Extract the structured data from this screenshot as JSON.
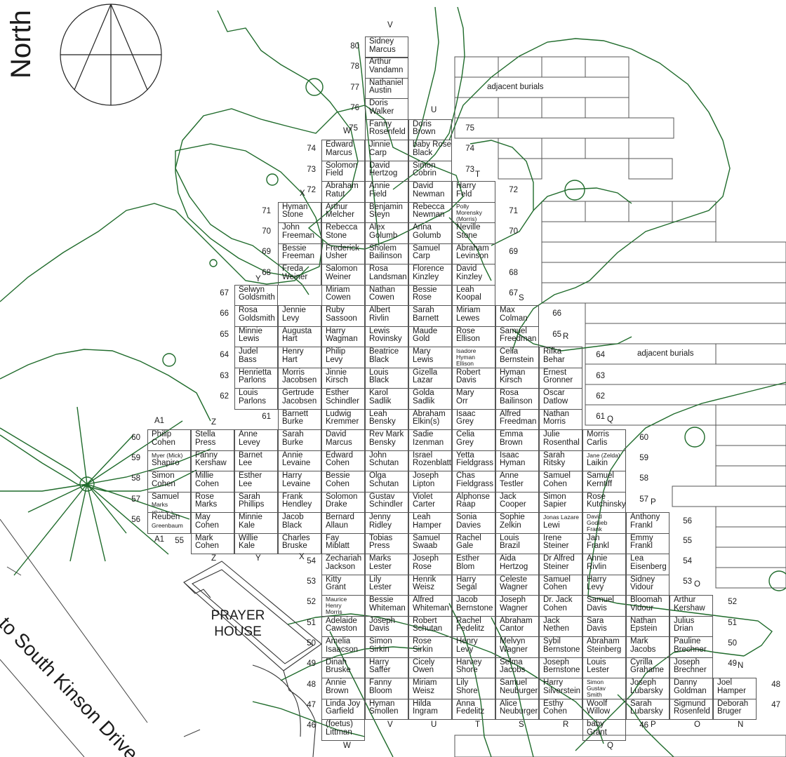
{
  "labels": {
    "north": "North",
    "prayer_house": "PRAYER\nHOUSE",
    "road": "to South Kinson Drive",
    "adjacent_1": "adjacent burials",
    "adjacent_2": "adjacent burials"
  },
  "colors": {
    "grid": "#555555",
    "tree_canopy": "#1f6b2b",
    "text": "#1a1a1a",
    "background": "#ffffff"
  },
  "section_letters": [
    {
      "id": "V-top",
      "text": "V"
    },
    {
      "id": "U-mid",
      "text": "U"
    },
    {
      "id": "W-mid",
      "text": "W"
    },
    {
      "id": "T-mid",
      "text": "T"
    },
    {
      "id": "X-mid",
      "text": "X"
    },
    {
      "id": "Y-mid",
      "text": "Y"
    },
    {
      "id": "S-mid",
      "text": "S"
    },
    {
      "id": "R-mid",
      "text": "R"
    },
    {
      "id": "Q-mid",
      "text": "Q"
    },
    {
      "id": "A1-top",
      "text": "A1"
    },
    {
      "id": "Z-top",
      "text": "Z"
    },
    {
      "id": "P-mid",
      "text": "P"
    },
    {
      "id": "A1-bot",
      "text": "A1"
    },
    {
      "id": "Z-bot",
      "text": "Z"
    },
    {
      "id": "Y-bot",
      "text": "Y"
    },
    {
      "id": "X-bot",
      "text": "X"
    },
    {
      "id": "O-mid",
      "text": "O"
    },
    {
      "id": "N-mid",
      "text": "N"
    },
    {
      "id": "V-bot",
      "text": "V"
    },
    {
      "id": "U-bot",
      "text": "U"
    },
    {
      "id": "T-bot",
      "text": "T"
    },
    {
      "id": "S-bot",
      "text": "S"
    },
    {
      "id": "R-bot",
      "text": "R"
    },
    {
      "id": "P-bot",
      "text": "P"
    },
    {
      "id": "O-bot",
      "text": "O"
    },
    {
      "id": "N-bot",
      "text": "N"
    },
    {
      "id": "W-bot",
      "text": "W"
    },
    {
      "id": "Q-bot",
      "text": "Q"
    }
  ],
  "row_labels": [
    {
      "id": "r80",
      "text": "80"
    },
    {
      "id": "r78",
      "text": "78"
    },
    {
      "id": "r77",
      "text": "77"
    },
    {
      "id": "r76",
      "text": "76"
    },
    {
      "id": "r75a",
      "text": "75"
    },
    {
      "id": "r75b",
      "text": "75"
    },
    {
      "id": "r74a",
      "text": "74"
    },
    {
      "id": "r74b",
      "text": "74"
    },
    {
      "id": "r73a",
      "text": "73"
    },
    {
      "id": "r73b",
      "text": "73"
    },
    {
      "id": "r72a",
      "text": "72"
    },
    {
      "id": "r72b",
      "text": "72"
    },
    {
      "id": "r71a",
      "text": "71"
    },
    {
      "id": "r71b",
      "text": "71"
    },
    {
      "id": "r70a",
      "text": "70"
    },
    {
      "id": "r70b",
      "text": "70"
    },
    {
      "id": "r69a",
      "text": "69"
    },
    {
      "id": "r69b",
      "text": "69"
    },
    {
      "id": "r68a",
      "text": "68"
    },
    {
      "id": "r68b",
      "text": "68"
    },
    {
      "id": "r67a",
      "text": "67"
    },
    {
      "id": "r67b",
      "text": "67"
    },
    {
      "id": "r66a",
      "text": "66"
    },
    {
      "id": "r66b",
      "text": "66"
    },
    {
      "id": "r65a",
      "text": "65"
    },
    {
      "id": "r65b",
      "text": "65"
    },
    {
      "id": "r64a",
      "text": "64"
    },
    {
      "id": "r64b",
      "text": "64"
    },
    {
      "id": "r63a",
      "text": "63"
    },
    {
      "id": "r63b",
      "text": "63"
    },
    {
      "id": "r62a",
      "text": "62"
    },
    {
      "id": "r62b",
      "text": "62"
    },
    {
      "id": "r61a",
      "text": "61"
    },
    {
      "id": "r61b",
      "text": "61"
    },
    {
      "id": "r60a",
      "text": "60"
    },
    {
      "id": "r60b",
      "text": "60"
    },
    {
      "id": "r59a",
      "text": "59"
    },
    {
      "id": "r59b",
      "text": "59"
    },
    {
      "id": "r58a",
      "text": "58"
    },
    {
      "id": "r58b",
      "text": "58"
    },
    {
      "id": "r57a",
      "text": "57"
    },
    {
      "id": "r57b",
      "text": "57"
    },
    {
      "id": "r56a",
      "text": "56"
    },
    {
      "id": "r56b",
      "text": "56"
    },
    {
      "id": "r55a",
      "text": "55"
    },
    {
      "id": "r55b",
      "text": "55"
    },
    {
      "id": "r54a",
      "text": "54"
    },
    {
      "id": "r54b",
      "text": "54"
    },
    {
      "id": "r53a",
      "text": "53"
    },
    {
      "id": "r53b",
      "text": "53"
    },
    {
      "id": "r52a",
      "text": "52"
    },
    {
      "id": "r52b",
      "text": "52"
    },
    {
      "id": "r51a",
      "text": "51"
    },
    {
      "id": "r51b",
      "text": "51"
    },
    {
      "id": "r50a",
      "text": "50"
    },
    {
      "id": "r50b",
      "text": "50"
    },
    {
      "id": "r49a",
      "text": "49"
    },
    {
      "id": "r49b",
      "text": "49"
    },
    {
      "id": "r48a",
      "text": "48"
    },
    {
      "id": "r48b",
      "text": "48"
    },
    {
      "id": "r47a",
      "text": "47"
    },
    {
      "id": "r47b",
      "text": "47"
    },
    {
      "id": "r46a",
      "text": "46"
    },
    {
      "id": "r46b",
      "text": "46"
    }
  ],
  "plots": [
    {
      "id": "V80",
      "text": "Sidney\nMarcus"
    },
    {
      "id": "V78",
      "text": "Arthur\nVandamn"
    },
    {
      "id": "V77",
      "text": "Nathaniel\nAustin"
    },
    {
      "id": "V76",
      "text": "Doris\nWalker"
    },
    {
      "id": "V75",
      "text": "Fanny\nRosenfeld"
    },
    {
      "id": "U75",
      "text": "Doris\nBrown"
    },
    {
      "id": "W74",
      "text": "Edward\nMarcus"
    },
    {
      "id": "V74",
      "text": "Jinnie\nCarp"
    },
    {
      "id": "U74",
      "text": "baby Rose\nBlack"
    },
    {
      "id": "W73",
      "text": "Solomon\nField"
    },
    {
      "id": "V73",
      "text": "David\nHertzog"
    },
    {
      "id": "U73",
      "text": "Simon\nCobrin"
    },
    {
      "id": "W72",
      "text": "Abraham\nRatut"
    },
    {
      "id": "V72",
      "text": "Annie\nField"
    },
    {
      "id": "U72",
      "text": "David\nNewman"
    },
    {
      "id": "T72",
      "text": "Harry\nFeld"
    },
    {
      "id": "X71",
      "text": "Hyman\nStone"
    },
    {
      "id": "W71",
      "text": "Arthur\nMelcher"
    },
    {
      "id": "V71",
      "text": "Benjamin\nSteyn"
    },
    {
      "id": "U71",
      "text": "Rebecca\nNewman"
    },
    {
      "id": "T71",
      "text": "Polly\nMorensky\n(Morris)",
      "small": true
    },
    {
      "id": "X70",
      "text": "John\nFreeman"
    },
    {
      "id": "W70",
      "text": "Rebecca\nStone"
    },
    {
      "id": "V70",
      "text": "Alex\nGolumb"
    },
    {
      "id": "U70",
      "text": "Anna\nGolumb"
    },
    {
      "id": "T70",
      "text": "Neville\nStone"
    },
    {
      "id": "X69",
      "text": "Bessie\nFreeman"
    },
    {
      "id": "W69",
      "text": "Frederick\nUsher"
    },
    {
      "id": "V69",
      "text": "Sholem\nBailinson"
    },
    {
      "id": "U69",
      "text": "Samuel\nCarp"
    },
    {
      "id": "T69",
      "text": "Abraham\nLevinson"
    },
    {
      "id": "X68",
      "text": "Freda\nWeiner"
    },
    {
      "id": "W68",
      "text": "Salomon\nWeiner"
    },
    {
      "id": "V68",
      "text": "Rosa\nLandsman"
    },
    {
      "id": "U68",
      "text": "Florence\nKinzley"
    },
    {
      "id": "T68",
      "text": "David\nKinzley"
    },
    {
      "id": "Y67",
      "text": "Selwyn\nGoldsmith"
    },
    {
      "id": "W67",
      "text": "Miriam\nCowen"
    },
    {
      "id": "V67",
      "text": "Nathan\nCowen"
    },
    {
      "id": "U67",
      "text": "Bessie\nRose"
    },
    {
      "id": "T67",
      "text": "Leah\nKoopal"
    },
    {
      "id": "Y66",
      "text": "Rosa\nGoldsmith"
    },
    {
      "id": "X66",
      "text": "Jennie\nLevy"
    },
    {
      "id": "W66",
      "text": "Ruby\nSassoon"
    },
    {
      "id": "V66",
      "text": "Albert\nRivlin"
    },
    {
      "id": "U66",
      "text": "Sarah\nBarnett"
    },
    {
      "id": "T66",
      "text": "Miriam\nLewes"
    },
    {
      "id": "S66",
      "text": "Max\nColman"
    },
    {
      "id": "Y65",
      "text": "Minnie\nLewis"
    },
    {
      "id": "X65",
      "text": "Augusta\nHart"
    },
    {
      "id": "W65",
      "text": "Harry\nWagman"
    },
    {
      "id": "V65",
      "text": "Lewis\nRovinsky"
    },
    {
      "id": "U65",
      "text": "Maude\nGold"
    },
    {
      "id": "T65",
      "text": "Rose\nEllison"
    },
    {
      "id": "S65",
      "text": "Samuel\nFreedman"
    },
    {
      "id": "Y64",
      "text": "Judel\nBass"
    },
    {
      "id": "X64",
      "text": "Henry\nHart"
    },
    {
      "id": "W64",
      "text": "Philip\nLevy"
    },
    {
      "id": "V64",
      "text": "Beatrice\nBlack"
    },
    {
      "id": "U64",
      "text": "Mary\nLewis"
    },
    {
      "id": "T64",
      "text": "Isadore Hyman\nEllison",
      "small": true
    },
    {
      "id": "S64",
      "text": "Celia\nBernstein"
    },
    {
      "id": "R64",
      "text": "Rifka\nBehar"
    },
    {
      "id": "Y63",
      "text": "Henrietta\nParlons"
    },
    {
      "id": "X63",
      "text": "Morris\nJacobsen"
    },
    {
      "id": "W63",
      "text": "Jinnie\nKirsch"
    },
    {
      "id": "V63",
      "text": "Louis\nBlack"
    },
    {
      "id": "U63",
      "text": "Gizella\nLazar"
    },
    {
      "id": "T63",
      "text": "Robert\nDavis"
    },
    {
      "id": "S63",
      "text": "Hyman\nKirsch"
    },
    {
      "id": "R63",
      "text": "Ernest\nGronner"
    },
    {
      "id": "Y62",
      "text": "Louis\nParlons"
    },
    {
      "id": "X62",
      "text": "Gertrude\nJacobsen"
    },
    {
      "id": "W62",
      "text": "Esther\nSchindler"
    },
    {
      "id": "V62",
      "text": "Karol\nSadlik"
    },
    {
      "id": "U62",
      "text": "Golda\nSadlik"
    },
    {
      "id": "T62",
      "text": "Mary\nOrr"
    },
    {
      "id": "S62",
      "text": "Rosa\nBailinson"
    },
    {
      "id": "R62",
      "text": "Oscar\nDatlow"
    },
    {
      "id": "X61",
      "text": "Barnett\nBurke"
    },
    {
      "id": "W61",
      "text": "Ludwig\nKremmer"
    },
    {
      "id": "V61",
      "text": "Leah\nBensky"
    },
    {
      "id": "U61",
      "text": "Abraham\nElkin(s)"
    },
    {
      "id": "T61",
      "text": "Isaac\nGrey"
    },
    {
      "id": "S61",
      "text": "Alfred\nFreedman"
    },
    {
      "id": "R61",
      "text": "Nathan\nMorris"
    },
    {
      "id": "A160",
      "text": "Philip\nCohen"
    },
    {
      "id": "Z60",
      "text": "Stella\nPress"
    },
    {
      "id": "Y60",
      "text": "Anne\nLevey"
    },
    {
      "id": "X60",
      "text": "Sarah\nBurke"
    },
    {
      "id": "W60",
      "text": "David\nMarcus"
    },
    {
      "id": "V60",
      "text": "Rev Mark\nBensky"
    },
    {
      "id": "U60",
      "text": "Sadie\nIzenman"
    },
    {
      "id": "T60",
      "text": "Celia\nGrey"
    },
    {
      "id": "S60",
      "text": "Emma\nBrown"
    },
    {
      "id": "R60",
      "text": "Julie\nRosenthal"
    },
    {
      "id": "Q60",
      "text": "Morris\nCarlis"
    },
    {
      "id": "A159",
      "text": "Myer (Mick)\nShapiro",
      "mixed": true
    },
    {
      "id": "Z59",
      "text": "Fanny\nKershaw"
    },
    {
      "id": "Y59",
      "text": "Barnet\nLee"
    },
    {
      "id": "X59",
      "text": "Annie\nLevaine"
    },
    {
      "id": "W59",
      "text": "Edward\nCohen"
    },
    {
      "id": "V59",
      "text": "John\nSchutan"
    },
    {
      "id": "U59",
      "text": "Israel\nRozenblatt"
    },
    {
      "id": "T59",
      "text": "Yetta\nFieldgrass"
    },
    {
      "id": "S59",
      "text": "Isaac\nHyman"
    },
    {
      "id": "R59",
      "text": "Sarah\nRitsky"
    },
    {
      "id": "Q59",
      "text": "Jane (Zelda)\nLaikin",
      "mixed": true
    },
    {
      "id": "A158",
      "text": "Simon\nCohen"
    },
    {
      "id": "Z58",
      "text": "Millie\nCohen"
    },
    {
      "id": "Y58",
      "text": "Esther\nLee"
    },
    {
      "id": "X58",
      "text": "Harry\nLevaine"
    },
    {
      "id": "W58",
      "text": "Bessie\nCohen"
    },
    {
      "id": "V58",
      "text": "Olga\nSchutan"
    },
    {
      "id": "U58",
      "text": "Joseph\nLipton"
    },
    {
      "id": "T58",
      "text": "Chas\nFieldgrass"
    },
    {
      "id": "S58",
      "text": "Anne\nTestler"
    },
    {
      "id": "R58",
      "text": "Samuel\nCohen"
    },
    {
      "id": "Q58",
      "text": "Samuel\nKerntiff"
    },
    {
      "id": "A157",
      "text": "Samuel\nMarks (Cohen)",
      "mixed2": true
    },
    {
      "id": "Z57",
      "text": "Rose\nMarks"
    },
    {
      "id": "Y57",
      "text": "Sarah\nPhillips"
    },
    {
      "id": "X57",
      "text": "Frank\nHendley"
    },
    {
      "id": "W57",
      "text": "Solomon\nDrake"
    },
    {
      "id": "V57",
      "text": "Gustav\nSchindler"
    },
    {
      "id": "U57",
      "text": "Violet\nCarter"
    },
    {
      "id": "T57",
      "text": "Alphonse\nRaap"
    },
    {
      "id": "S57",
      "text": "Jack\nCooper"
    },
    {
      "id": "R57",
      "text": "Simon\nSapier"
    },
    {
      "id": "Q57",
      "text": "Rose\nKutchinsky"
    },
    {
      "id": "A156",
      "text": "Reuben\nGreenbaum",
      "mixed2": true
    },
    {
      "id": "Z56",
      "text": "May\nCohen"
    },
    {
      "id": "Y56",
      "text": "Minnie\nKale"
    },
    {
      "id": "X56",
      "text": "Jacob\nBlack"
    },
    {
      "id": "W56",
      "text": "Bernard\nAllaun"
    },
    {
      "id": "V56",
      "text": "Jenny\nRidley"
    },
    {
      "id": "U56",
      "text": "Leah\nHamper"
    },
    {
      "id": "T56",
      "text": "Sonia\nDavies"
    },
    {
      "id": "S56",
      "text": "Sophie\nZelkin"
    },
    {
      "id": "R56",
      "text": "Jonas Lazare\nLewi",
      "mixed": true
    },
    {
      "id": "Q56",
      "text": "David\nGodlieb\nFrank",
      "small": true
    },
    {
      "id": "P56",
      "text": "Anthony\nFrankl"
    },
    {
      "id": "Z55",
      "text": "Mark\nCohen"
    },
    {
      "id": "Y55",
      "text": "Willie\nKale"
    },
    {
      "id": "X55",
      "text": "Charles\nBruske"
    },
    {
      "id": "W55",
      "text": "Fay\nMiblatt"
    },
    {
      "id": "V55",
      "text": "Tobias\nPress"
    },
    {
      "id": "U55",
      "text": "Samuel\nSwaab"
    },
    {
      "id": "T55",
      "text": "Rachel\nGale"
    },
    {
      "id": "S55",
      "text": "Louis\nBrazil"
    },
    {
      "id": "R55",
      "text": "Irene\nSteiner"
    },
    {
      "id": "Q55",
      "text": "Jan\nFrankl"
    },
    {
      "id": "P55",
      "text": "Emmy\nFrankl"
    },
    {
      "id": "W54",
      "text": "Zechariah\nJackson"
    },
    {
      "id": "V54",
      "text": "Marks\nLester"
    },
    {
      "id": "U54",
      "text": "Joseph\nRose"
    },
    {
      "id": "T54",
      "text": "Esther\nBlom"
    },
    {
      "id": "S54",
      "text": "Aida\nHertzog"
    },
    {
      "id": "R54",
      "text": "Dr Alfred\nSteiner"
    },
    {
      "id": "Q54",
      "text": "Annie\nRivlin"
    },
    {
      "id": "P54",
      "text": "Lea\nEisenberg"
    },
    {
      "id": "W53",
      "text": "Kitty\nGrant"
    },
    {
      "id": "V53",
      "text": "Lily\nLester"
    },
    {
      "id": "U53",
      "text": "Henrik\nWeisz"
    },
    {
      "id": "T53",
      "text": "Harry\nSegal"
    },
    {
      "id": "S53",
      "text": "Celeste\nWagner"
    },
    {
      "id": "R53",
      "text": "Samuel\nCohen"
    },
    {
      "id": "Q53",
      "text": "Harry\nLevy"
    },
    {
      "id": "P53",
      "text": "Sidney\nVidour"
    },
    {
      "id": "W52",
      "text": "Maurice\nHenry\nMorris",
      "small": true
    },
    {
      "id": "V52",
      "text": "Bessie\nWhiteman"
    },
    {
      "id": "U52",
      "text": "Alfred\nWhiteman"
    },
    {
      "id": "T52",
      "text": "Jacob\nBernstone"
    },
    {
      "id": "S52",
      "text": "Joseph\nWagner"
    },
    {
      "id": "R52",
      "text": "Dr. Jack\nCohen"
    },
    {
      "id": "Q52",
      "text": "Samuel\nDavis"
    },
    {
      "id": "P52",
      "text": "Bloomah\nVidour"
    },
    {
      "id": "O52",
      "text": "Arthur\nKershaw"
    },
    {
      "id": "W51",
      "text": "Adelaide\nCawston"
    },
    {
      "id": "V51",
      "text": "Joseph\nDavis"
    },
    {
      "id": "U51",
      "text": "Robert\nSchutan"
    },
    {
      "id": "T51",
      "text": "Rachel\nFedelitz"
    },
    {
      "id": "S51",
      "text": "Abraham\nCantor"
    },
    {
      "id": "R51",
      "text": "Jack\nNethen"
    },
    {
      "id": "Q51",
      "text": "Sara\nDavis"
    },
    {
      "id": "P51",
      "text": "Nathan\nEpstein"
    },
    {
      "id": "O51",
      "text": "Julius\nDrian"
    },
    {
      "id": "W50",
      "text": "Amelia\nIsaacson"
    },
    {
      "id": "V50",
      "text": "Simon\nSirkin"
    },
    {
      "id": "U50",
      "text": "Rose\nSirkin"
    },
    {
      "id": "T50",
      "text": "Henry\nLevy"
    },
    {
      "id": "S50",
      "text": "Melvyn\nWagner"
    },
    {
      "id": "R50",
      "text": "Sybil\nBernstone"
    },
    {
      "id": "Q50",
      "text": "Abraham\nSteinberg"
    },
    {
      "id": "P50",
      "text": "Mark\nJacobs"
    },
    {
      "id": "O50",
      "text": "Pauline\nBrechner"
    },
    {
      "id": "W49",
      "text": "Dinah\nBruske"
    },
    {
      "id": "V49",
      "text": "Harry\nSaffer"
    },
    {
      "id": "U49",
      "text": "Cicely\nOwen"
    },
    {
      "id": "T49",
      "text": "Harvey\nShore"
    },
    {
      "id": "S49",
      "text": "Selma\nJacobs"
    },
    {
      "id": "R49",
      "text": "Joseph\nBernstone"
    },
    {
      "id": "Q49",
      "text": "Louis\nLester"
    },
    {
      "id": "P49",
      "text": "Cyrilla\nGrahame"
    },
    {
      "id": "O49",
      "text": "Joseph\nBrechner"
    },
    {
      "id": "W48",
      "text": "Annie\nBrown"
    },
    {
      "id": "V48",
      "text": "Fanny\nBloom"
    },
    {
      "id": "U48",
      "text": "Miriam\nWeisz"
    },
    {
      "id": "T48",
      "text": "Lily\nShore"
    },
    {
      "id": "S48",
      "text": "Samuel\nNeuburger"
    },
    {
      "id": "R48",
      "text": "Harry\nSilverstein"
    },
    {
      "id": "Q48",
      "text": "Simon\nGustav\nSmith",
      "small": true
    },
    {
      "id": "P48",
      "text": "Joseph\nLubarsky"
    },
    {
      "id": "O48",
      "text": "Danny\nGoldman"
    },
    {
      "id": "N48",
      "text": "Joel\nHamper"
    },
    {
      "id": "W47",
      "text": "Linda Joy\nGarfield"
    },
    {
      "id": "V47",
      "text": "Hyman\nSmollen"
    },
    {
      "id": "U47",
      "text": "Hilda\nIngram"
    },
    {
      "id": "T47",
      "text": "Anna\nFedelitz"
    },
    {
      "id": "S47",
      "text": "Alice\nNeuburger"
    },
    {
      "id": "R47",
      "text": "Esthy\nCohen"
    },
    {
      "id": "Q47",
      "text": "Woolf\nWillow"
    },
    {
      "id": "P47",
      "text": "Sarah\nLubarsky"
    },
    {
      "id": "O47",
      "text": "Sigmund\nRosenfeld"
    },
    {
      "id": "N47",
      "text": "Deborah\nBruger"
    },
    {
      "id": "W46",
      "text": "(foetus)\nLittman"
    },
    {
      "id": "Q46",
      "text": "baby\nGrant"
    }
  ]
}
